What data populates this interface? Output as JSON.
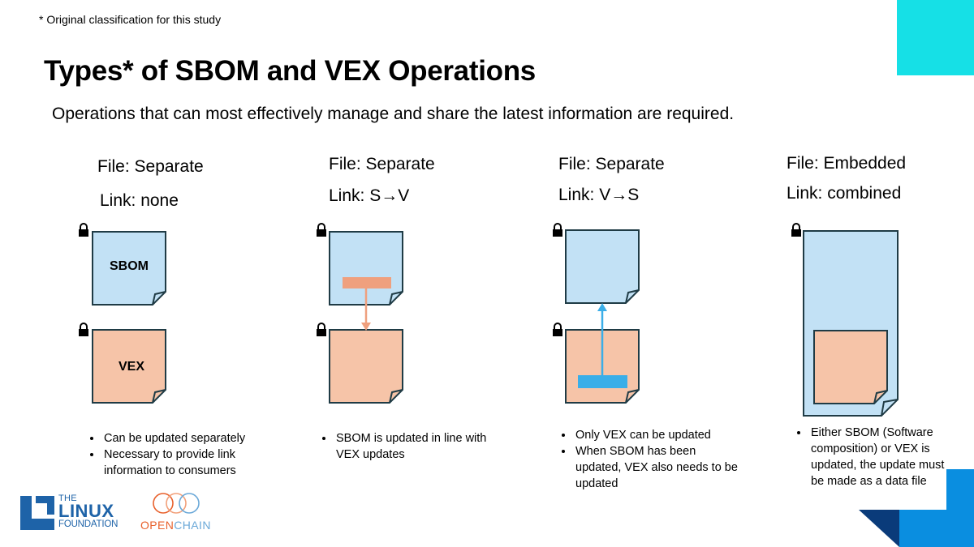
{
  "note": "* Original classification for this study",
  "title": "Types* of SBOM and VEX Operations",
  "subtitle": "Operations that can most effectively manage and share the latest information are required.",
  "columns": [
    {
      "file": "File: Separate",
      "link": "Link: none",
      "sbom_label": "SBOM",
      "vex_label": "VEX",
      "bullets": [
        "Can be updated separately",
        "Necessary to provide link information to consumers"
      ]
    },
    {
      "file": "File: Separate",
      "link": "Link: S→V",
      "bullets": [
        "SBOM is updated in line with VEX updates"
      ]
    },
    {
      "file": "File: Separate",
      "link": "Link: V→S",
      "bullets": [
        "Only VEX can be updated",
        "When SBOM has been updated, VEX also needs to be updated"
      ]
    },
    {
      "file": "File: Embedded",
      "link": "Link: combined",
      "bullets": [
        "Either SBOM (Software composition) or VEX is updated, the update must be made as a data file"
      ]
    }
  ],
  "logos": {
    "linux_the": "THE",
    "linux_name": "LINUX",
    "linux_foundation": "FOUNDATION",
    "openchain_open": "OPEN",
    "openchain_chain": "CHAIN"
  },
  "colors": {
    "sbom_fill": "#c2e1f5",
    "vex_fill": "#f6c4a8",
    "doc_stroke": "#1f3b45",
    "arrow_orange": "#efa07e",
    "arrow_blue": "#3aaee8",
    "accent_cyan": "#16e0e6",
    "accent_blue": "#0a8ee0",
    "accent_navy": "#0a3b7a",
    "linux_blue": "#1e63a8",
    "openchain_orange": "#e8612c"
  }
}
